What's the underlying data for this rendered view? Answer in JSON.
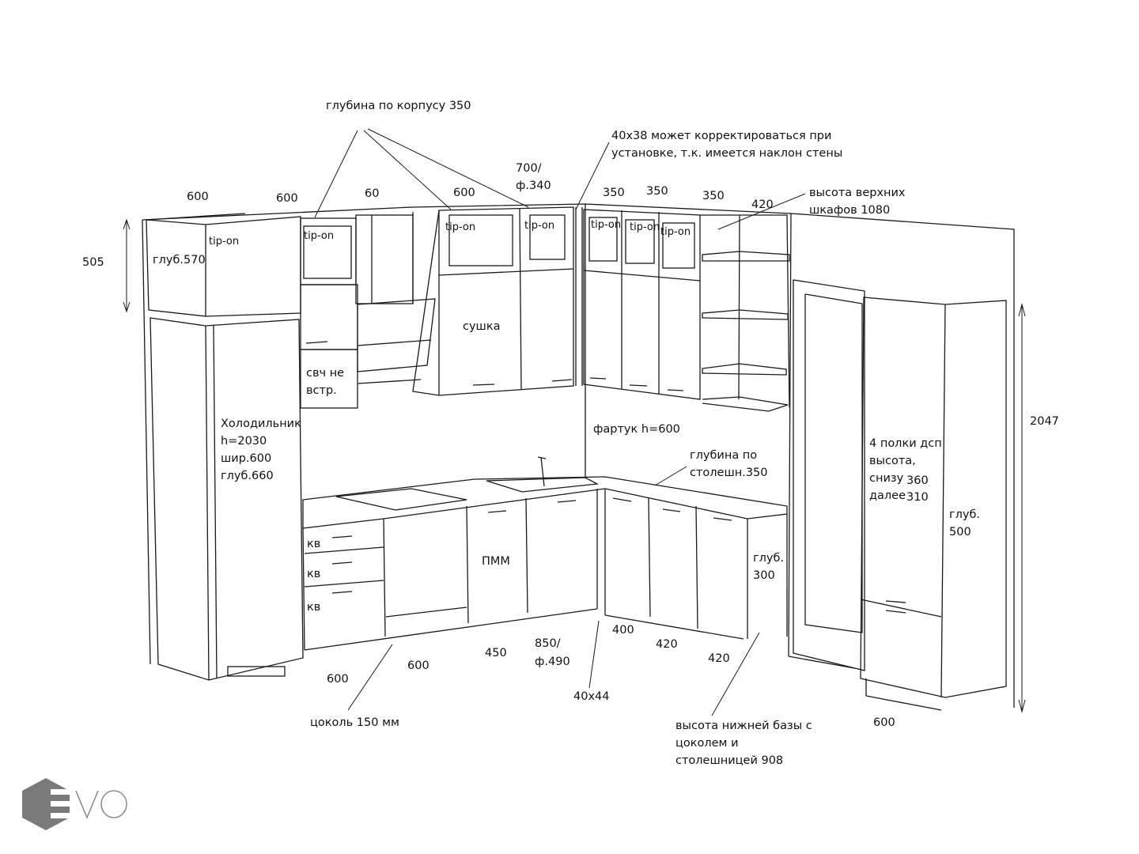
{
  "title_notes": {
    "body_depth": "глубина по корпусу 350",
    "adjust_1": "40х38 может корректироваться при",
    "adjust_2": "установке, т.к. имеется наклон стены",
    "upper_height_1": "высота верхних",
    "upper_height_2": "шкафов 1080"
  },
  "upper_widths": [
    "600",
    "600",
    "60",
    "600",
    "350",
    "350",
    "350",
    "420"
  ],
  "corner_upper": {
    "line1": "700/",
    "line2": "ф.340"
  },
  "upper_height_dim": "505",
  "tip_on": [
    "tip-on",
    "tip-on",
    "tip-on",
    "tip-on",
    "tip-on",
    "tip-on",
    "tip-on"
  ],
  "mezzanine_depth": "глуб.570",
  "dryer": "сушка",
  "microwave": {
    "line1": "свч не",
    "line2": "встр."
  },
  "fridge": {
    "line1": "Холодильник",
    "line2": "h=2030",
    "line3": "шир.600",
    "line4": "глуб.660"
  },
  "backsplash": "фартук h=600",
  "countertop_depth": {
    "line1": "глубина по",
    "line2": "столешн.350"
  },
  "tall_height": "2047",
  "tall_shelves": {
    "line1": "4 полки дсп",
    "line2": "высота,",
    "line3": "снизу",
    "v1": "360",
    "line4": "далее",
    "v2": "310"
  },
  "tall_depth": {
    "line1": "глуб.",
    "line2": "500"
  },
  "drawers": [
    "кв",
    "кв",
    "кв"
  ],
  "dishwasher": "ПММ",
  "base_depth": {
    "line1": "глуб.",
    "line2": "300"
  },
  "base_widths": [
    "400",
    "420",
    "420",
    "450",
    "600",
    "600"
  ],
  "corner_base": {
    "line1": "850/",
    "line2": "ф.490"
  },
  "profile_dim": "40х44",
  "plinth": "цоколь 150 мм",
  "tall_width": "600",
  "base_height": {
    "line1": "высота нижней базы с",
    "line2": "цоколем и",
    "line3": "столешницей 908"
  },
  "logo_text": "EVO",
  "colors": {
    "line": "#1a1a1a",
    "logo": "#7a7a7a"
  }
}
